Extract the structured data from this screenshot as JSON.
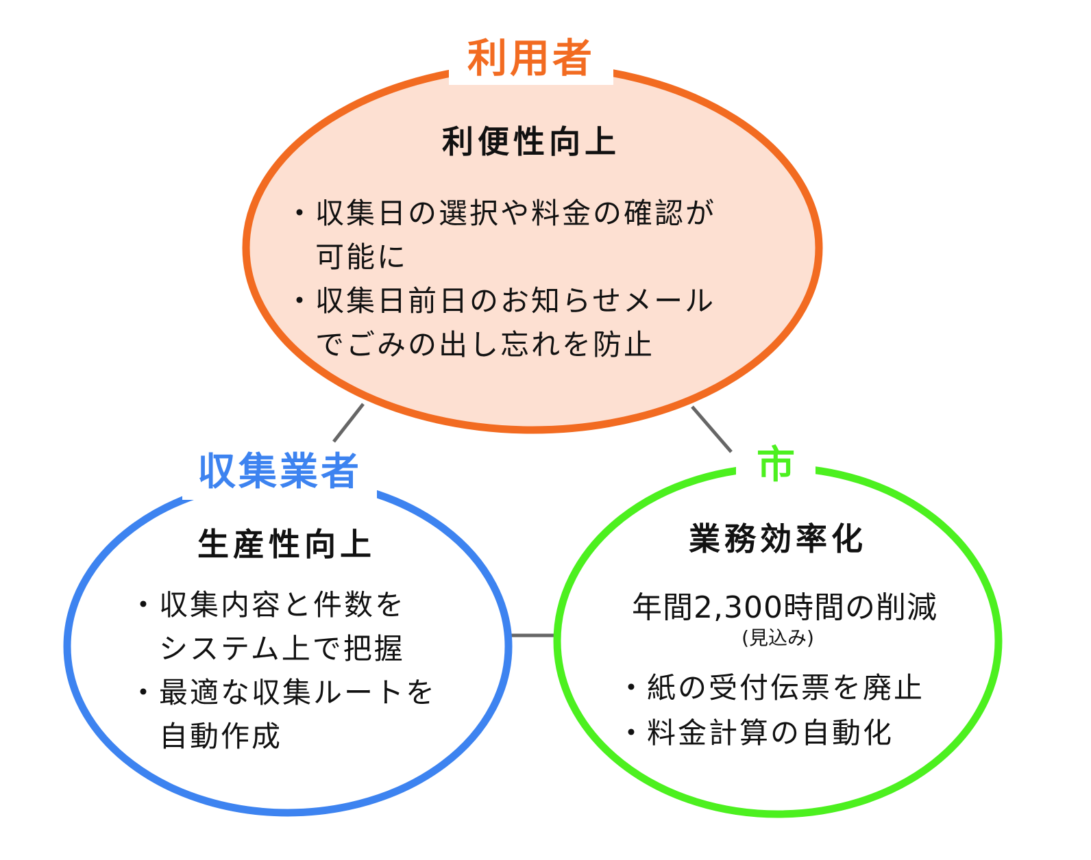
{
  "colors": {
    "user": "#f26b21",
    "user_fill": "#fde0d2",
    "collector": "#3d83f0",
    "city": "#4cf01f",
    "connector": "#666666"
  },
  "bullet_symbol": "・",
  "user": {
    "label": "利用者",
    "heading": "利便性向上",
    "items": [
      {
        "lines": [
          "収集日の選択や料金の確認が",
          "可能に"
        ]
      },
      {
        "lines": [
          "収集日前日のお知らせメール",
          "でごみの出し忘れを防止"
        ]
      }
    ]
  },
  "collector": {
    "label": "収集業者",
    "heading": "生産性向上",
    "items": [
      {
        "lines": [
          "収集内容と件数を",
          "システム上で把握"
        ]
      },
      {
        "lines": [
          "最適な収集ルートを",
          "自動作成"
        ]
      }
    ]
  },
  "city": {
    "label": "市",
    "heading": "業務効率化",
    "highlight": "年間2,300時間の削減",
    "note": "(見込み)",
    "items": [
      {
        "lines": [
          "紙の受付伝票を廃止"
        ]
      },
      {
        "lines": [
          "料金計算の自動化"
        ]
      }
    ]
  }
}
